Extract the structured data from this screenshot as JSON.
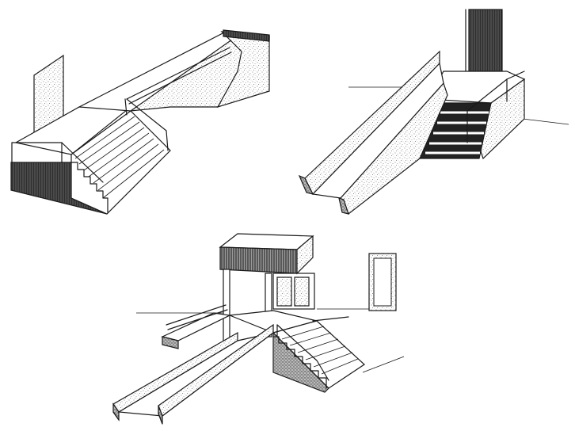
{
  "figure": {
    "panels": [
      {
        "name": "stair-and-ramp-perpendicular"
      },
      {
        "name": "stair-and-ramp-parallel"
      },
      {
        "name": "canopy-entrance-with-ramp-and-stairs"
      }
    ],
    "colors": {
      "ink": "#1a1a1a",
      "background": "#ffffff",
      "stipple": "#7a7a7a"
    }
  }
}
